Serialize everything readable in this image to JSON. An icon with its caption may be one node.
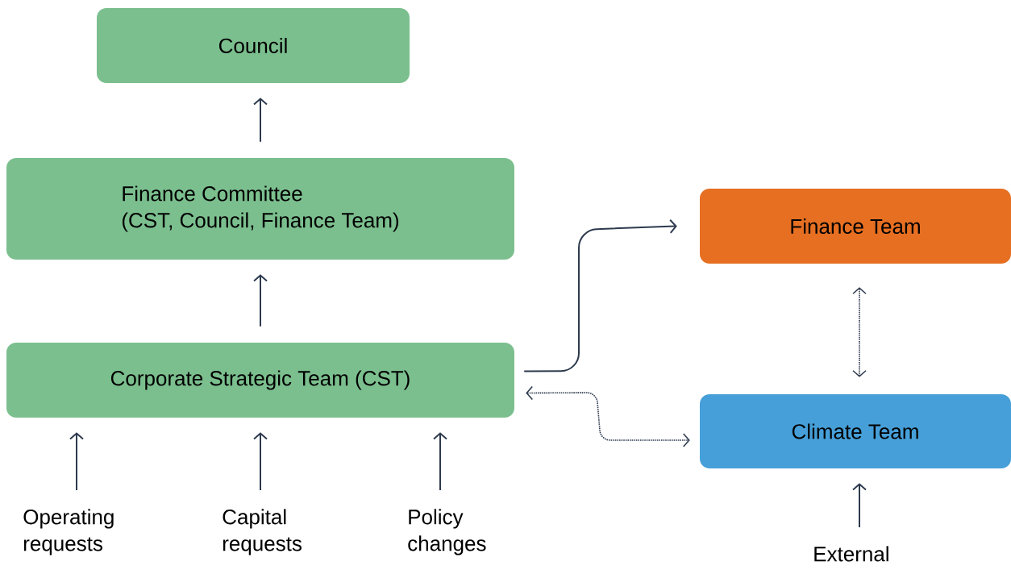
{
  "diagram": {
    "nodes": [
      {
        "text": [
          "Council"
        ]
      },
      {
        "text": [
          "Finance Committee",
          "(CST, Council, Finance Team)"
        ]
      },
      {
        "text": [
          "Corporate Strategic Team (CST)"
        ]
      },
      {
        "text": [
          "Finance Team"
        ]
      },
      {
        "text": [
          "Climate Team"
        ]
      },
      {
        "text": [
          "Operating requests"
        ]
      },
      {
        "text": [
          "Capital requests"
        ]
      },
      {
        "text": [
          "Policy changes"
        ]
      },
      {
        "text": [
          "External"
        ]
      }
    ],
    "edges": [
      {
        "from": 1,
        "to": 0,
        "arrow": "to"
      },
      {
        "from": 2,
        "to": 1,
        "arrow": "to"
      },
      {
        "from": 5,
        "to": 2,
        "arrow": "to"
      },
      {
        "from": 6,
        "to": 2,
        "arrow": "to"
      },
      {
        "from": 7,
        "to": 2,
        "arrow": "to"
      },
      {
        "from": 2,
        "to": 3,
        "arrow": "to"
      },
      {
        "from": 3,
        "to": 4,
        "arrow": "both",
        "style": "dashed"
      },
      {
        "from": 2,
        "to": 4,
        "arrow": "both",
        "style": "dashed"
      },
      {
        "from": 8,
        "to": 4,
        "arrow": "to"
      }
    ]
  }
}
